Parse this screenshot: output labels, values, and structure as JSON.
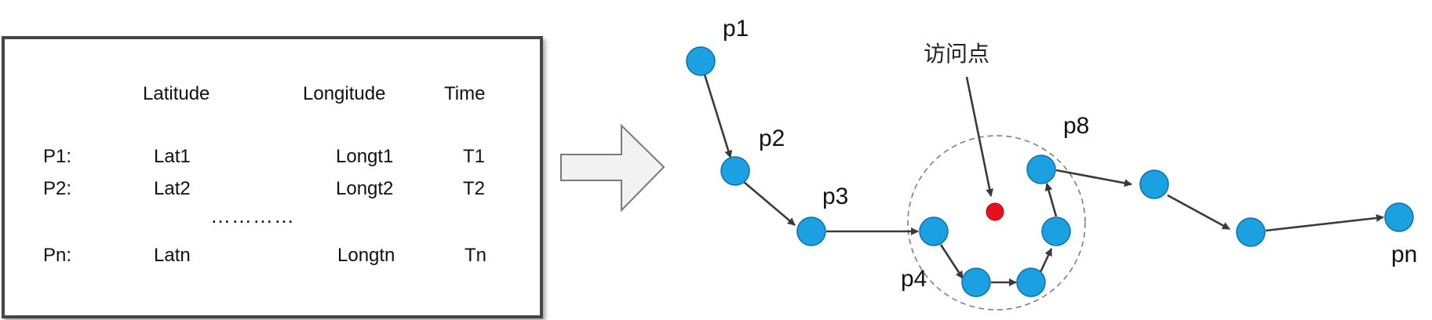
{
  "table": {
    "headers": [
      "Latitude",
      "Longitude",
      "Time"
    ],
    "rows": [
      {
        "id": "P1:",
        "lat": "Lat1",
        "lon": "Longt1",
        "time": "T1"
      },
      {
        "id": "P2:",
        "lat": "Lat2",
        "lon": "Longt2",
        "time": "T2"
      },
      {
        "id": "Pn:",
        "lat": "Latn",
        "lon": "Longtn",
        "time": "Tn"
      }
    ],
    "ellipsis": "…………"
  },
  "trajectory": {
    "point_labels": {
      "p1": "p1",
      "p2": "p2",
      "p3": "p3",
      "p4": "p4",
      "p8": "p8",
      "pn": "pn"
    },
    "visit_point_label": "访问点"
  },
  "colors": {
    "node_fill": "#1ba1e2",
    "node_stroke": "#0d6fa8",
    "visit_point": "#e8111b",
    "edge": "#3a3a3a",
    "box_border": "#444444",
    "arrow_fill": "#f2f2f2",
    "arrow_stroke": "#7a7a7a",
    "cluster_circle": "#777777"
  },
  "icons": {
    "transform_arrow": "right-block-arrow"
  }
}
